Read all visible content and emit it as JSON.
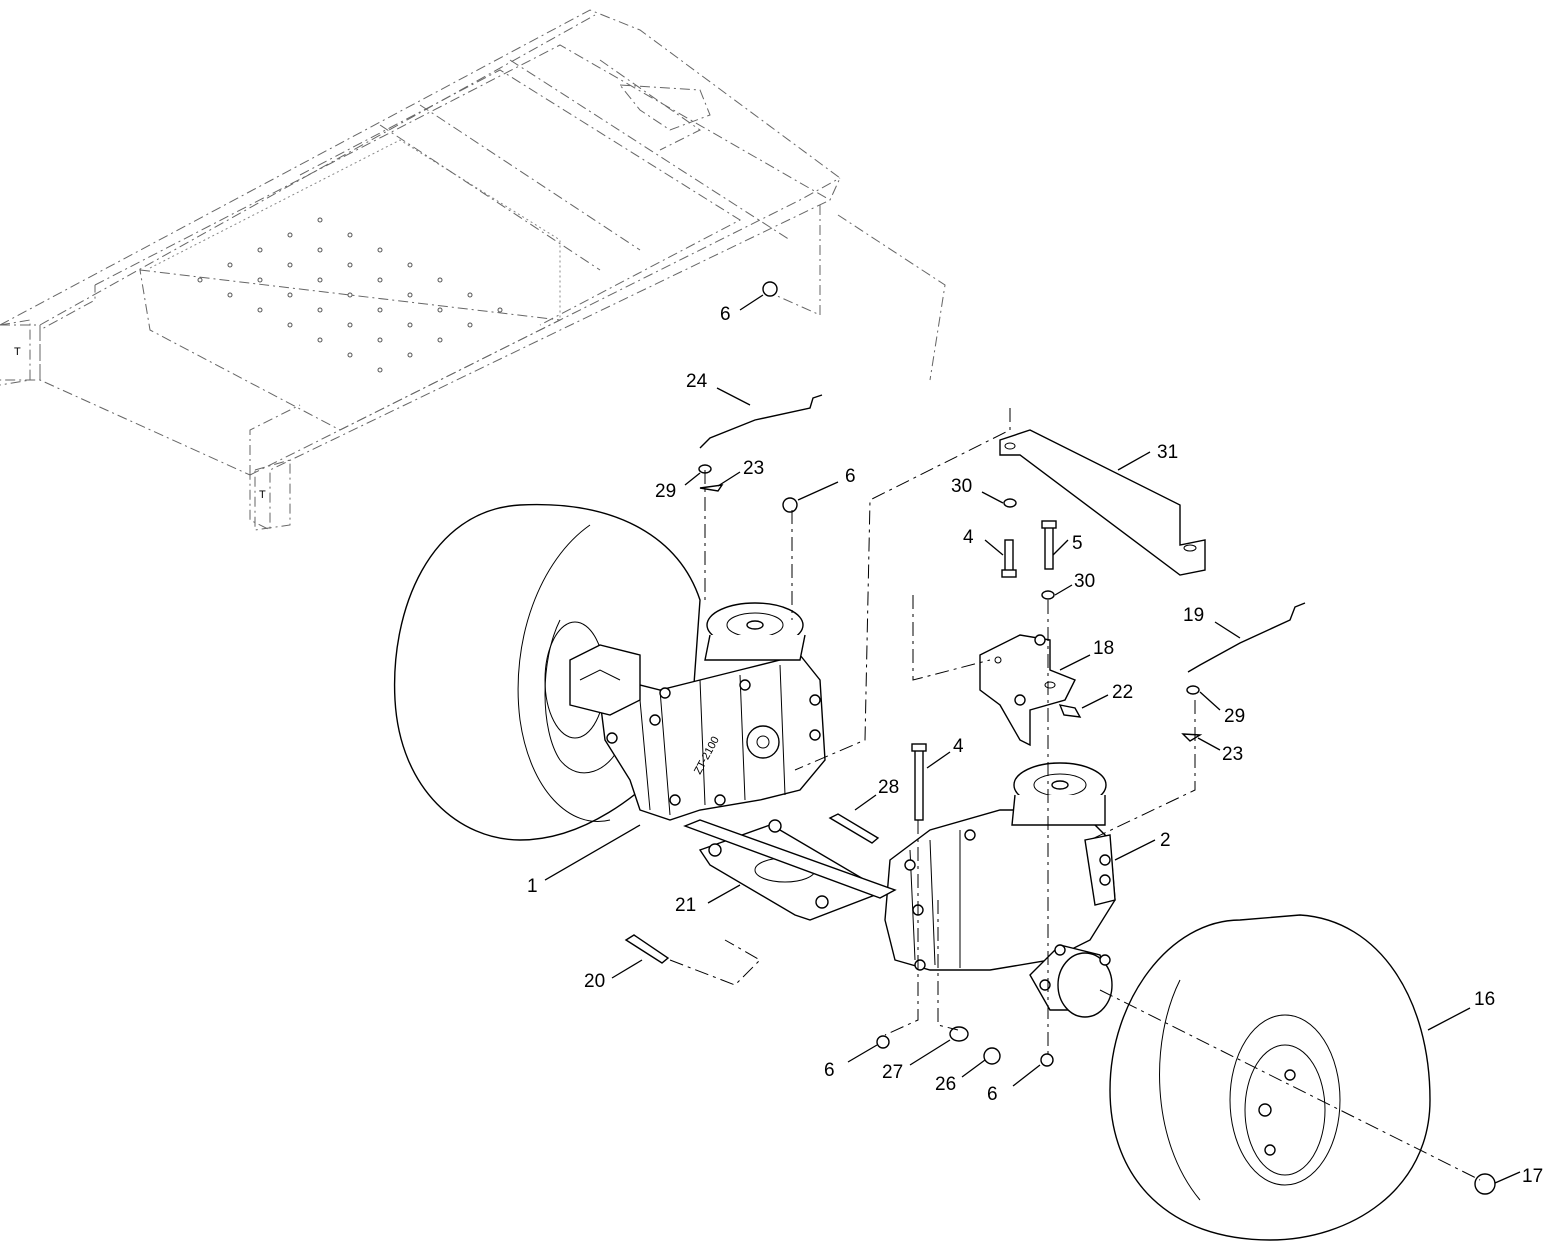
{
  "callouts": [
    {
      "id": "c1",
      "label": "1"
    },
    {
      "id": "c2",
      "label": "2"
    },
    {
      "id": "c4a",
      "label": "4"
    },
    {
      "id": "c4b",
      "label": "4"
    },
    {
      "id": "c5",
      "label": "5"
    },
    {
      "id": "c6a",
      "label": "6"
    },
    {
      "id": "c6b",
      "label": "6"
    },
    {
      "id": "c6c",
      "label": "6"
    },
    {
      "id": "c6d",
      "label": "6"
    },
    {
      "id": "c16",
      "label": "16"
    },
    {
      "id": "c17",
      "label": "17"
    },
    {
      "id": "c18",
      "label": "18"
    },
    {
      "id": "c19",
      "label": "19"
    },
    {
      "id": "c20",
      "label": "20"
    },
    {
      "id": "c21",
      "label": "21"
    },
    {
      "id": "c22",
      "label": "22"
    },
    {
      "id": "c23a",
      "label": "23"
    },
    {
      "id": "c23b",
      "label": "23"
    },
    {
      "id": "c24",
      "label": "24"
    },
    {
      "id": "c26",
      "label": "26"
    },
    {
      "id": "c27",
      "label": "27"
    },
    {
      "id": "c28",
      "label": "28"
    },
    {
      "id": "c29a",
      "label": "29"
    },
    {
      "id": "c29b",
      "label": "29"
    },
    {
      "id": "c30a",
      "label": "30"
    },
    {
      "id": "c30b",
      "label": "30"
    },
    {
      "id": "c31",
      "label": "31"
    }
  ],
  "transmission_marking": "ZT-2100",
  "frame_marking": "T"
}
